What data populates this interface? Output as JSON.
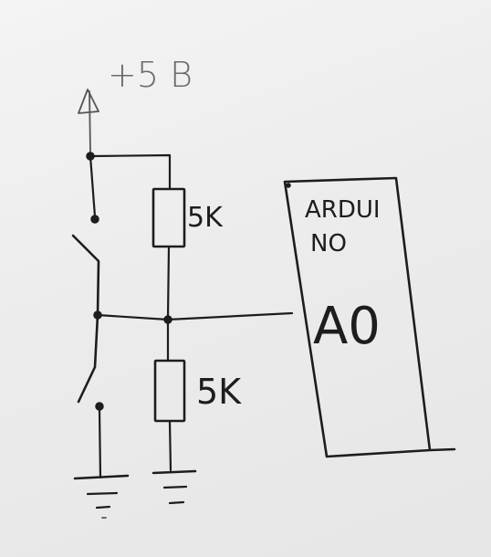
{
  "supply": {
    "label": "+5 B"
  },
  "top_resistor": {
    "label": "5K"
  },
  "bottom_resistor": {
    "label": "5K"
  },
  "arduino": {
    "label_line1": "ARDUI",
    "label_line2": "NO",
    "pin": "A0"
  }
}
